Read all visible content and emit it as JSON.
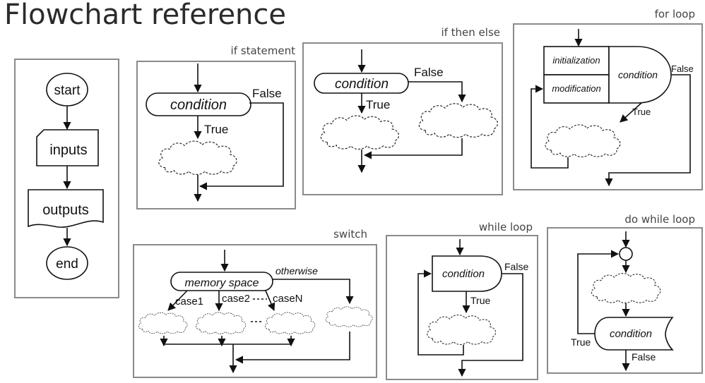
{
  "title": "Flowchart reference",
  "colors": {
    "line": "#111111",
    "frame": "#8a8a8a",
    "title": "#2b2b2b"
  },
  "panels": {
    "basics": {
      "start": "start",
      "inputs": "inputs",
      "outputs": "outputs",
      "end": "end"
    },
    "if_statement": {
      "title": "if statement",
      "condition": "condition",
      "true_label": "True",
      "false_label": "False"
    },
    "if_then_else": {
      "title": "if then else",
      "condition": "condition",
      "true_label": "True",
      "false_label": "False"
    },
    "for_loop": {
      "title": "for loop",
      "initialization": "initialization",
      "modification": "modification",
      "condition": "condition",
      "true_label": "True",
      "false_label": "False"
    },
    "switch": {
      "title": "switch",
      "memory": "memory space",
      "otherwise": "otherwise",
      "case1": "case1",
      "case2": "case2",
      "caseN": "caseN"
    },
    "while_loop": {
      "title": "while loop",
      "condition": "condition",
      "true_label": "True",
      "false_label": "False"
    },
    "do_while_loop": {
      "title": "do while loop",
      "condition": "condition",
      "true_label": "True",
      "false_label": "False"
    }
  }
}
